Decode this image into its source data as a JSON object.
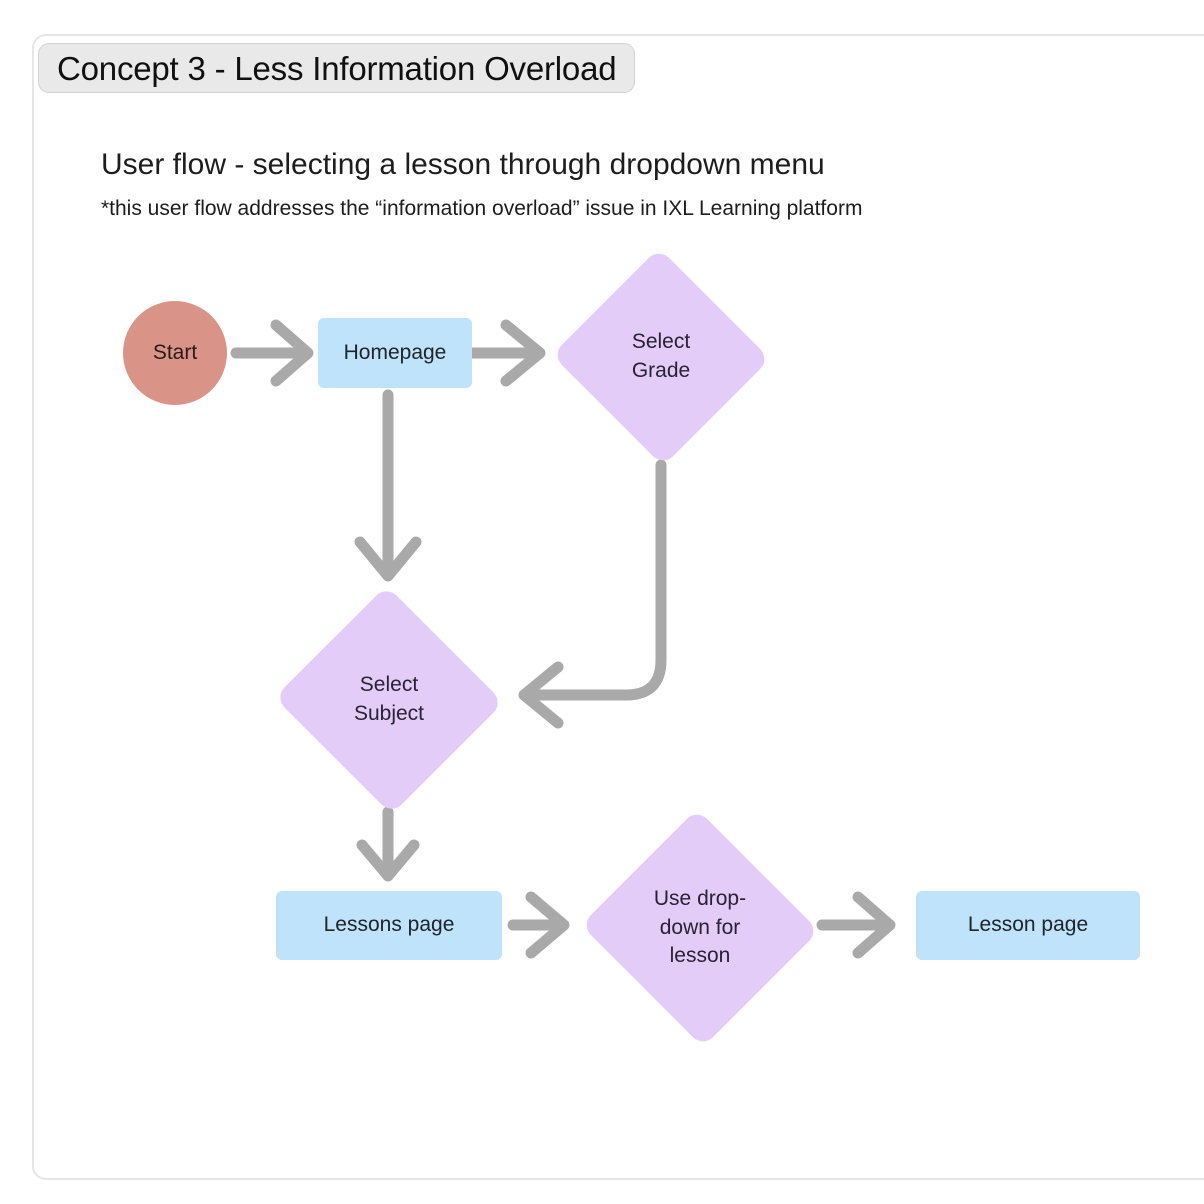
{
  "card": {
    "title_chip": "Concept 3 - Less Information Overload"
  },
  "headings": {
    "flow_title": "User flow - selecting a lesson through dropdown menu",
    "flow_note": "*this user flow addresses the “information overload” issue in IXL Learning platform"
  },
  "colors": {
    "start_fill": "#d99487",
    "process_fill": "#bee3fa",
    "decision_fill": "#e3cdf8",
    "edge_stroke": "#a9a9a9",
    "card_border": "#e6e6e6",
    "chip_fill": "#e9e9e9"
  },
  "diagram": {
    "type": "flowchart",
    "nodes": [
      {
        "id": "start",
        "label": "Start",
        "shape": "circle"
      },
      {
        "id": "homepage",
        "label": "Homepage",
        "shape": "rect"
      },
      {
        "id": "select-grade",
        "label": "Select\nGrade",
        "shape": "diamond"
      },
      {
        "id": "select-subject",
        "label": "Select\nSubject",
        "shape": "diamond"
      },
      {
        "id": "lessons-page",
        "label": "Lessons page",
        "shape": "rect"
      },
      {
        "id": "use-dropdown",
        "label": "Use drop-\ndown for\nlesson",
        "shape": "diamond"
      },
      {
        "id": "lesson-page",
        "label": "Lesson page",
        "shape": "rect"
      }
    ],
    "edges": [
      {
        "from": "start",
        "to": "homepage",
        "direction": "right"
      },
      {
        "from": "homepage",
        "to": "select-grade",
        "direction": "right"
      },
      {
        "from": "homepage",
        "to": "select-subject",
        "direction": "down"
      },
      {
        "from": "select-grade",
        "to": "select-subject",
        "direction": "elbow-down-left"
      },
      {
        "from": "select-subject",
        "to": "lessons-page",
        "direction": "down"
      },
      {
        "from": "lessons-page",
        "to": "use-dropdown",
        "direction": "right"
      },
      {
        "from": "use-dropdown",
        "to": "lesson-page",
        "direction": "right"
      }
    ]
  }
}
